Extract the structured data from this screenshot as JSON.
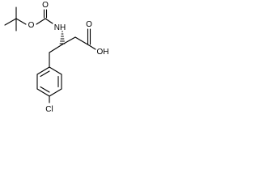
{
  "labels": {
    "o_ester": "O",
    "o_carbonyl": "O",
    "nh": "NH",
    "o_acid": "O",
    "oh": "OH",
    "cl": "Cl"
  },
  "colors": {
    "ink": "#000000",
    "background": "#ffffff"
  }
}
